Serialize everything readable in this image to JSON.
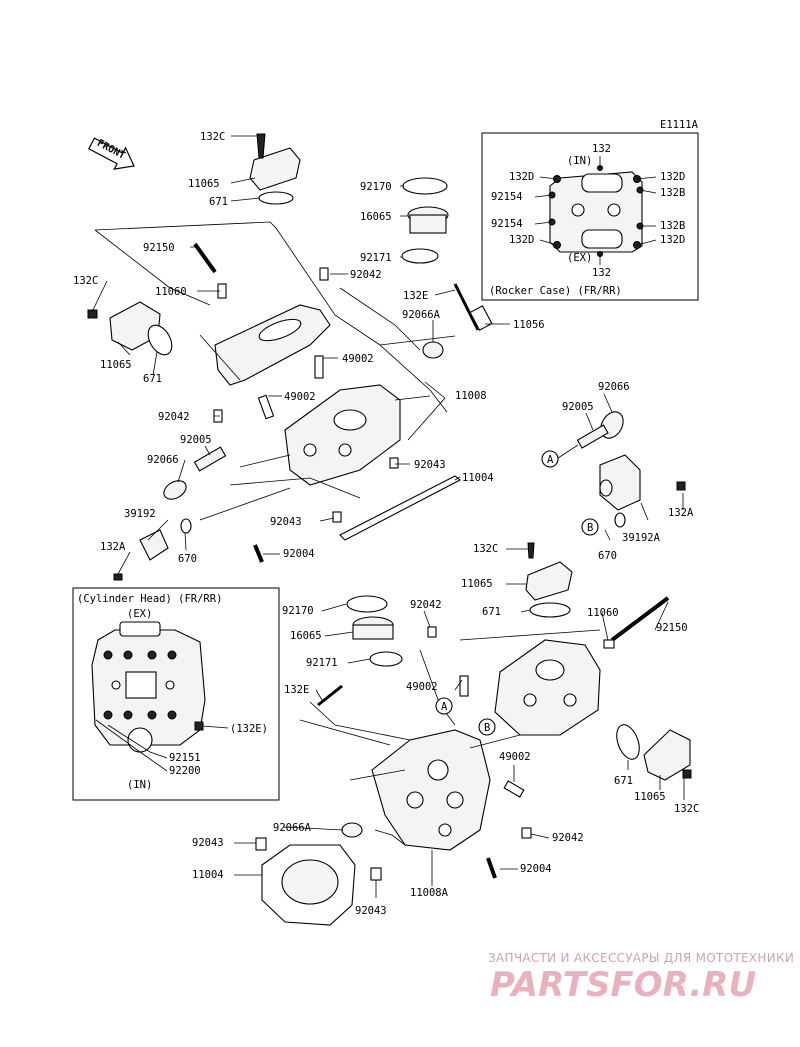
{
  "diagram": {
    "code": "E1111A",
    "front_label": "FRONT",
    "rocker_inset": {
      "caption": "(Rocker Case) (FR/RR)",
      "top_label": "(IN)",
      "bottom_label": "(EX)",
      "labels": [
        "132",
        "132D",
        "132D",
        "132B",
        "92154",
        "92154",
        "132B",
        "132D",
        "132D",
        "132"
      ]
    },
    "head_inset": {
      "caption": "(Cylinder Head) (FR/RR)",
      "top_label": "(EX)",
      "bottom_label": "(IN)",
      "labels": [
        "(132E)",
        "92151",
        "92200"
      ]
    },
    "callouts": {
      "A": "A",
      "B": "B"
    },
    "upper_labels": [
      "132C",
      "11065",
      "671",
      "92170",
      "16065",
      "92171",
      "92042",
      "92150",
      "132C",
      "11060",
      "11065",
      "671",
      "132E",
      "92066A",
      "11056",
      "49002",
      "49002",
      "11008",
      "92042",
      "92005",
      "92066",
      "92043",
      "11004",
      "39192",
      "92043",
      "132A",
      "670",
      "92004",
      "92066",
      "92005",
      "132A",
      "39192A",
      "670"
    ],
    "lower_labels": [
      "132C",
      "11065",
      "671",
      "11060",
      "92150",
      "92170",
      "16065",
      "92042",
      "92171",
      "49002",
      "132E",
      "49002",
      "671",
      "11065",
      "132C",
      "92043",
      "92066A",
      "92042",
      "11004",
      "92004",
      "11008A",
      "92043"
    ]
  },
  "watermark": {
    "tagline": "ЗАПЧАСТИ И АКСЕССУАРЫ ДЛЯ МОТОТЕХНИКИ",
    "logo": "PARTSFOR.RU"
  }
}
